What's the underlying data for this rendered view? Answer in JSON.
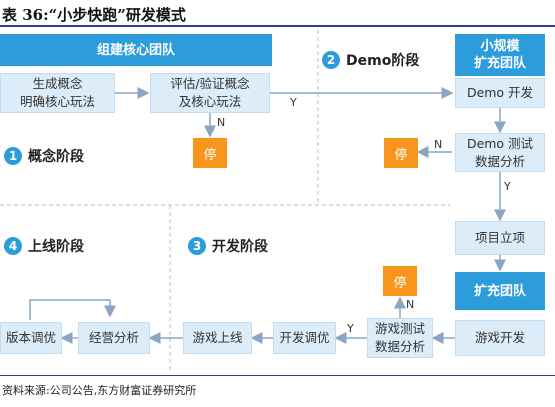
{
  "title": "表 36:“小步快跑”研发模式",
  "source": "资料来源:公司公告,东方财富证券研究所",
  "banners": {
    "core_team": "组建核心团队",
    "small_team_line1": "小规模",
    "small_team_line2": "扩充团队",
    "expand_team": "扩充团队"
  },
  "phases": {
    "p1": {
      "num": "1",
      "label": "概念阶段"
    },
    "p2": {
      "num": "2",
      "label": "Demo阶段"
    },
    "p3": {
      "num": "3",
      "label": "开发阶段"
    },
    "p4": {
      "num": "4",
      "label": "上线阶段"
    }
  },
  "boxes": {
    "gen_concept_l1": "生成概念",
    "gen_concept_l2": "明确核心玩法",
    "eval_concept_l1": "评估/验证概念",
    "eval_concept_l2": "及核心玩法",
    "demo_dev": "Demo 开发",
    "demo_test_l1": "Demo 测试",
    "demo_test_l2": "数据分析",
    "project_setup": "项目立项",
    "game_dev": "游戏开发",
    "game_test_l1": "游戏测试",
    "game_test_l2": "数据分析",
    "dev_tune": "开发调优",
    "game_launch": "游戏上线",
    "ops_analysis": "经营分析",
    "version_tune": "版本调优"
  },
  "stop_label": "停",
  "edge_labels": {
    "yes": "Y",
    "no": "N"
  }
}
